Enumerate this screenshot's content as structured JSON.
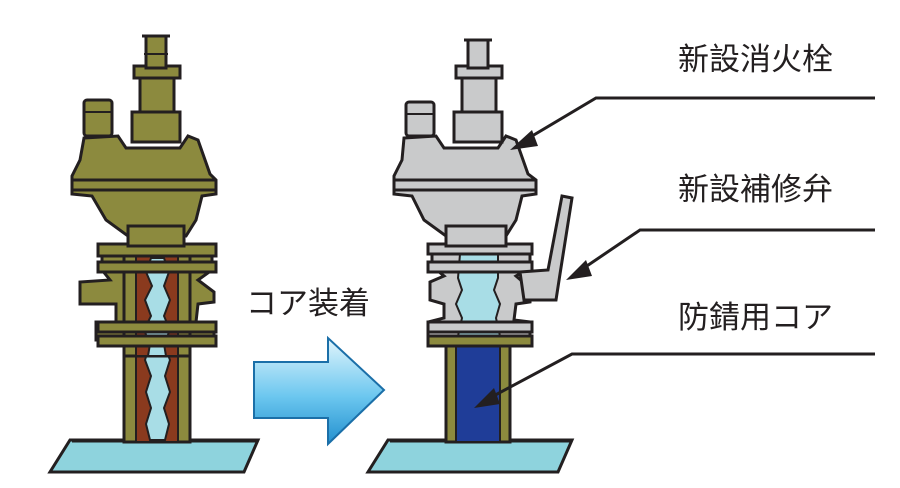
{
  "labels": {
    "action": "コア装着",
    "new_hydrant": "新設消火栓",
    "new_repair_valve": "新設補修弁",
    "anticorrosion_core": "防錆用コア"
  },
  "colors": {
    "old_body": "#8c8a3e",
    "old_body_dark": "#5f5d25",
    "rust_pipe": "#8a3a1e",
    "new_body": "#c9cacb",
    "new_body_dark": "#8f9091",
    "core_light": "#a8dde6",
    "core_dark": "#1f3d98",
    "water": "#8ed3dd",
    "arrow_light": "#d7f1fb",
    "arrow_dark": "#2a9bd6",
    "line": "#231f20"
  }
}
